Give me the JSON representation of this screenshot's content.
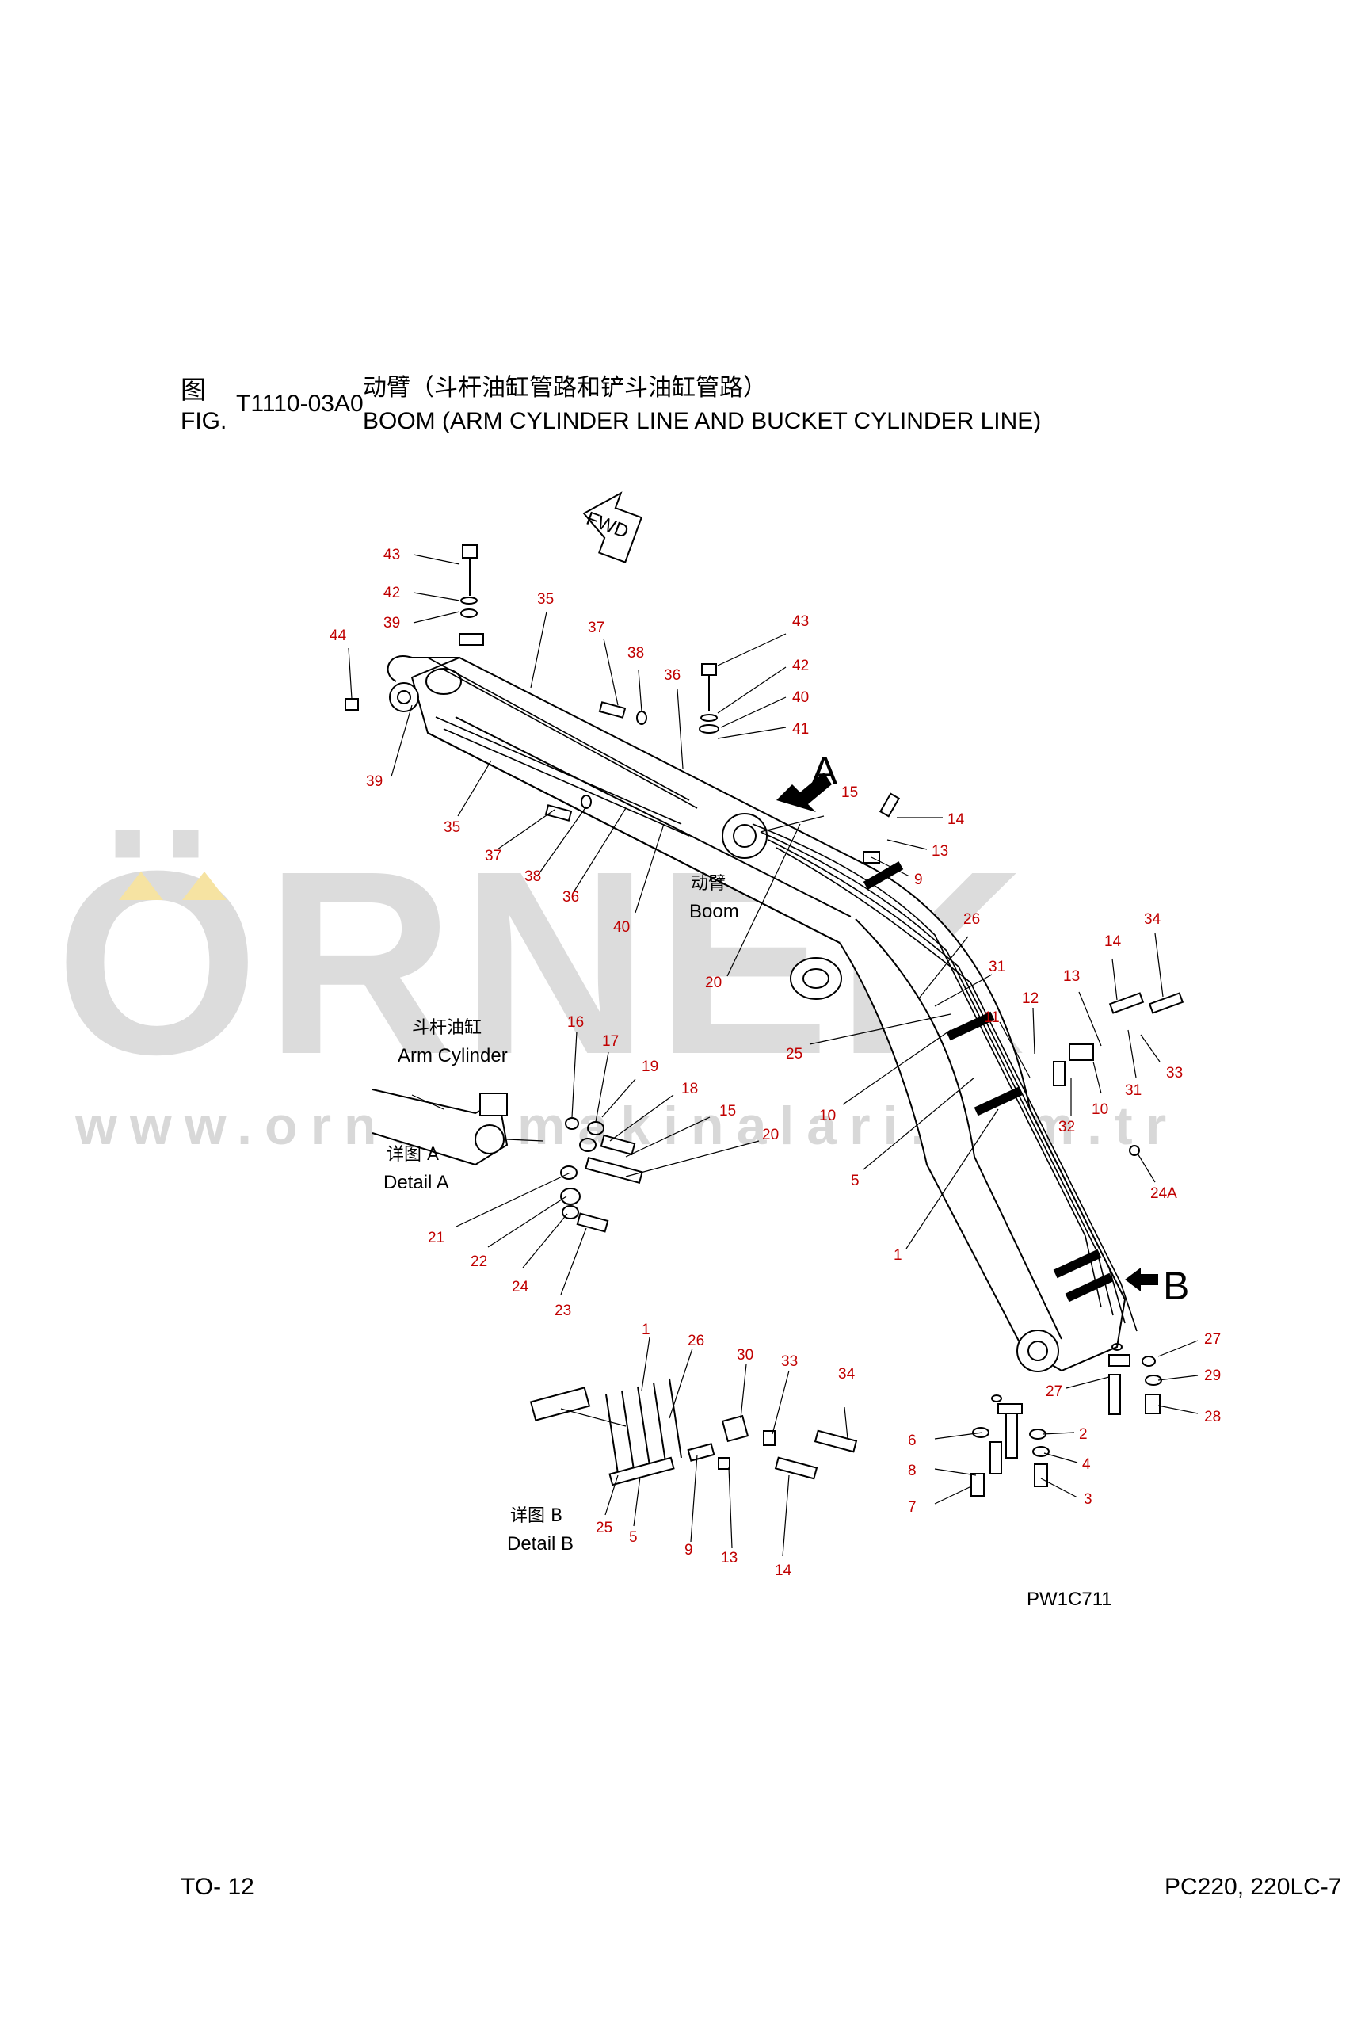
{
  "header": {
    "fig_cn": "图",
    "fig_en": "FIG.",
    "fig_code": "T1110-03A0",
    "title_cn": "动臂（斗杆油缸管路和铲斗油缸管路）",
    "title_en": "BOOM (ARM CYLINDER LINE AND BUCKET CYLINDER LINE)"
  },
  "watermark": {
    "brand": "ÖRNEK",
    "url": "www.orneksmakinalari.com.tr"
  },
  "labels": {
    "fwd": "FWD",
    "boom_cn": "动臂",
    "boom_en": "Boom",
    "arm_cyl_cn": "斗杆油缸",
    "arm_cyl_en": "Arm Cylinder",
    "detail_a_cn": "详图 A",
    "detail_a_en": "Detail A",
    "detail_b_cn": "详图 B",
    "detail_b_en": "Detail B",
    "view_a": "A",
    "view_b": "B",
    "drawing_code": "PW1C711"
  },
  "callouts": [
    "43",
    "42",
    "39",
    "44",
    "39",
    "35",
    "37",
    "38",
    "36",
    "43",
    "42",
    "40",
    "41",
    "15",
    "35",
    "37",
    "38",
    "36",
    "40",
    "14",
    "13",
    "9",
    "20",
    "26",
    "31",
    "25",
    "14",
    "34",
    "13",
    "11",
    "12",
    "33",
    "31",
    "10",
    "32",
    "10",
    "5",
    "24A",
    "1",
    "16",
    "17",
    "19",
    "18",
    "15",
    "20",
    "21",
    "22",
    "24",
    "23",
    "1",
    "26",
    "30",
    "33",
    "34",
    "27",
    "29",
    "28",
    "27",
    "6",
    "2",
    "8",
    "4",
    "7",
    "3",
    "25",
    "5",
    "9",
    "13",
    "14"
  ],
  "footer": {
    "page": "TO- 12",
    "model": "PC220, 220LC-7"
  }
}
